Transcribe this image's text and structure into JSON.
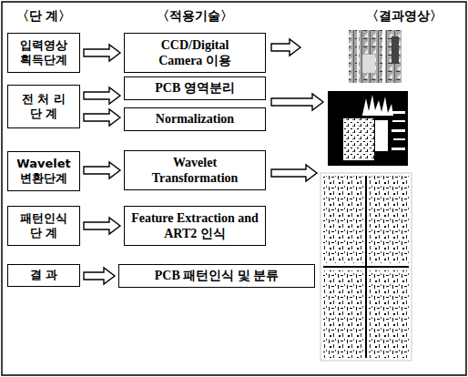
{
  "diagram": {
    "nodes": [
      {
        "text": [
          "입력영상 획득단계"
        ]
      },
      {
        "text": [
          "CCD/Digital Camera 이용"
        ]
      },
      {
        "text": [
          "전 처 리 단 계"
        ]
      },
      {
        "text": [
          "PCB 영역분리"
        ]
      },
      {
        "text": [
          "Normalization"
        ]
      },
      {
        "text": [
          "Wavelet 변환단계"
        ]
      },
      {
        "text": [
          "Wavelet Transformation"
        ]
      },
      {
        "text": [
          "패턴인식 단 계"
        ]
      },
      {
        "text": [
          "Feature Extraction and ART2 인식"
        ]
      },
      {
        "text": [
          "결 과"
        ]
      },
      {
        "text": [
          "PCB 패턴인식 및 분류"
        ]
      }
    ],
    "edges": [
      {
        "from": 0,
        "to": 1,
        "arrow": "to"
      },
      {
        "from": 2,
        "to": 3,
        "arrow": "to"
      },
      {
        "from": 2,
        "to": 4,
        "arrow": "to"
      },
      {
        "from": 5,
        "to": 6,
        "arrow": "to"
      },
      {
        "from": 7,
        "to": 8,
        "arrow": "to"
      },
      {
        "from": 9,
        "to": 10,
        "arrow": "to"
      }
    ],
    "labels": [
      "〈단 계〉",
      "〈적용기술〉",
      "〈결과영상〉"
    ]
  }
}
